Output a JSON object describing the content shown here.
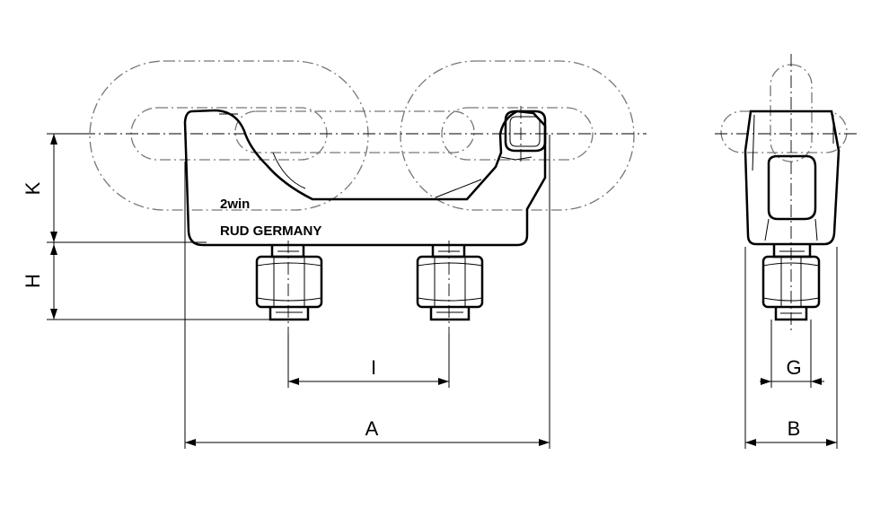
{
  "marking": {
    "line1": "2win",
    "line2": "RUD GERMANY"
  },
  "dimensions": {
    "A": "A",
    "B": "B",
    "G": "G",
    "H": "H",
    "I": "I",
    "K": "K"
  }
}
